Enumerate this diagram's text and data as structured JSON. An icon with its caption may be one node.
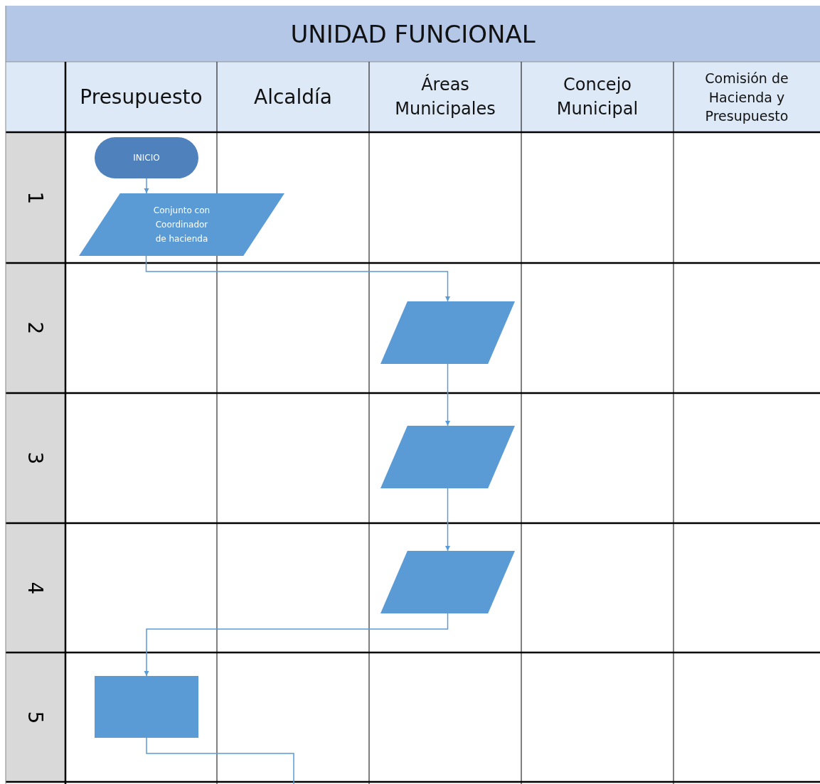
{
  "diagram": {
    "title": "UNIDAD FUNCIONAL",
    "nodes": [
      {
        "text": [
          "INICIO"
        ]
      },
      {
        "text": [
          "Conjunto con Coordinador de hacienda"
        ]
      },
      {
        "text": [],
        "shape": "parallelogram"
      },
      {
        "text": [],
        "shape": "parallelogram"
      },
      {
        "text": [],
        "shape": "parallelogram"
      },
      {
        "text": [],
        "shape": "box"
      }
    ],
    "edges": [
      {
        "from": 0,
        "to": 1,
        "arrow": "to"
      },
      {
        "from": 1,
        "to": 2,
        "arrow": "to"
      },
      {
        "from": 2,
        "to": 3,
        "arrow": "to"
      },
      {
        "from": 3,
        "to": 4,
        "arrow": "to"
      },
      {
        "from": 4,
        "to": 5,
        "arrow": "to"
      },
      {
        "from": 5,
        "to": null,
        "arrow": "none"
      }
    ],
    "labels": [
      "Presupuesto",
      "Alcaldía",
      "Áreas Municipales",
      "Concejo Municipal",
      "Comisión de Hacienda y Presupuesto",
      "1",
      "2",
      "3",
      "4",
      "5"
    ]
  }
}
